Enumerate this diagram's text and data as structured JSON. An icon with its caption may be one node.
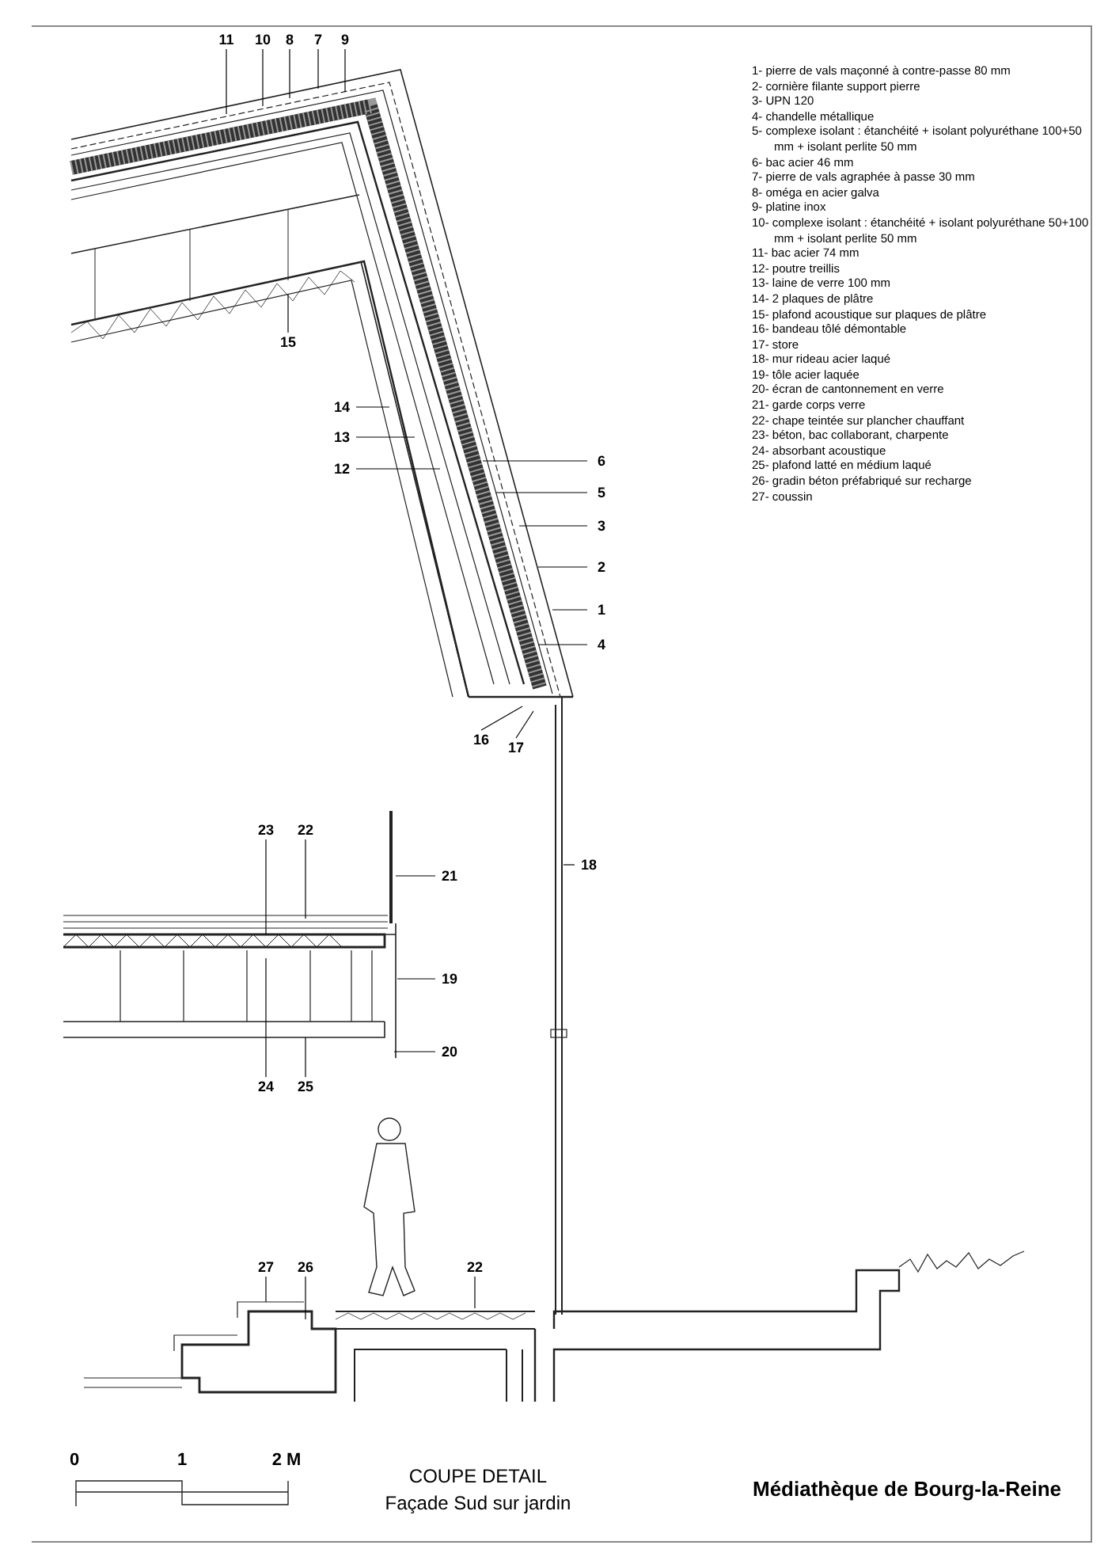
{
  "diagram": {
    "title": "COUPE DETAIL",
    "caption": "Façade Sud sur jardin",
    "nodes": [
      {
        "text": [
          "11"
        ]
      },
      {
        "text": [
          "10"
        ]
      },
      {
        "text": [
          "8"
        ]
      },
      {
        "text": [
          "7"
        ]
      },
      {
        "text": [
          "9"
        ]
      },
      {
        "text": [
          "15"
        ]
      },
      {
        "text": [
          "14"
        ]
      },
      {
        "text": [
          "13"
        ]
      },
      {
        "text": [
          "12"
        ]
      },
      {
        "text": [
          "6"
        ]
      },
      {
        "text": [
          "5"
        ]
      },
      {
        "text": [
          "3"
        ]
      },
      {
        "text": [
          "2"
        ]
      },
      {
        "text": [
          "1"
        ]
      },
      {
        "text": [
          "4"
        ]
      },
      {
        "text": [
          "16"
        ]
      },
      {
        "text": [
          "17"
        ]
      },
      {
        "text": [
          "18"
        ]
      },
      {
        "text": [
          "23"
        ]
      },
      {
        "text": [
          "22"
        ]
      },
      {
        "text": [
          "21"
        ]
      },
      {
        "text": [
          "19"
        ]
      },
      {
        "text": [
          "20"
        ]
      },
      {
        "text": [
          "24"
        ]
      },
      {
        "text": [
          "25"
        ]
      },
      {
        "text": [
          "27"
        ]
      },
      {
        "text": [
          "26"
        ]
      },
      {
        "text": [
          "22"
        ]
      }
    ],
    "edges": [
      {
        "from": 0,
        "to": null,
        "arrow": "none"
      },
      {
        "from": 1,
        "to": null,
        "arrow": "none"
      },
      {
        "from": 2,
        "to": null,
        "arrow": "none"
      },
      {
        "from": 3,
        "to": null,
        "arrow": "none"
      },
      {
        "from": 4,
        "to": null,
        "arrow": "none"
      },
      {
        "from": 5,
        "to": null,
        "arrow": "none"
      },
      {
        "from": 6,
        "to": null,
        "arrow": "none"
      },
      {
        "from": 7,
        "to": null,
        "arrow": "none"
      },
      {
        "from": 8,
        "to": null,
        "arrow": "none"
      },
      {
        "from": 9,
        "to": null,
        "arrow": "none"
      },
      {
        "from": 10,
        "to": null,
        "arrow": "none"
      },
      {
        "from": 11,
        "to": null,
        "arrow": "none"
      },
      {
        "from": 12,
        "to": null,
        "arrow": "none"
      },
      {
        "from": 13,
        "to": null,
        "arrow": "none"
      },
      {
        "from": 14,
        "to": null,
        "arrow": "none"
      },
      {
        "from": 15,
        "to": null,
        "arrow": "none"
      },
      {
        "from": 16,
        "to": null,
        "arrow": "none"
      },
      {
        "from": 17,
        "to": null,
        "arrow": "none"
      },
      {
        "from": 18,
        "to": null,
        "arrow": "none"
      },
      {
        "from": 19,
        "to": null,
        "arrow": "none"
      },
      {
        "from": 20,
        "to": null,
        "arrow": "none"
      },
      {
        "from": 21,
        "to": null,
        "arrow": "none"
      },
      {
        "from": 22,
        "to": null,
        "arrow": "none"
      },
      {
        "from": 23,
        "to": null,
        "arrow": "none"
      },
      {
        "from": 24,
        "to": null,
        "arrow": "none"
      },
      {
        "from": 25,
        "to": null,
        "arrow": "none"
      },
      {
        "from": 26,
        "to": null,
        "arrow": "none"
      },
      {
        "from": 27,
        "to": null,
        "arrow": "none"
      }
    ],
    "labels": [
      "1- pierre de vals maçonné à contre-passe 80 mm",
      "2- cornière filante support pierre",
      "3- UPN 120",
      "4- chandelle métallique",
      "5- complexe isolant : étanchéité + isolant polyuréthane 100+50 mm + isolant perlite 50 mm",
      "6- bac acier 46 mm",
      "7- pierre de vals agraphée à passe 30 mm",
      "8- oméga en acier galva",
      "9- platine inox",
      "10- complexe isolant : étanchéité + isolant polyuréthane 50+100 mm + isolant perlite 50 mm",
      "11- bac acier 74 mm",
      "12- poutre treillis",
      "13- laine de verre 100 mm",
      "14- 2 plaques de plâtre",
      "15- plafond acoustique sur plaques de plâtre",
      "16- bandeau tôlé démontable",
      "17- store",
      "18- mur rideau acier laqué",
      "19- tôle acier laquée",
      "20- écran de cantonnement en verre",
      "21- garde corps verre",
      "22- chape teintée sur plancher chauffant",
      "23- béton, bac collaborant, charpente",
      "24- absorbant acoustique",
      "25- plafond latté en médium laqué",
      "26- gradin béton préfabriqué sur recharge",
      "27- coussin",
      "0",
      "1",
      "2 M",
      "Médiathèque de Bourg-la-Reine"
    ]
  }
}
